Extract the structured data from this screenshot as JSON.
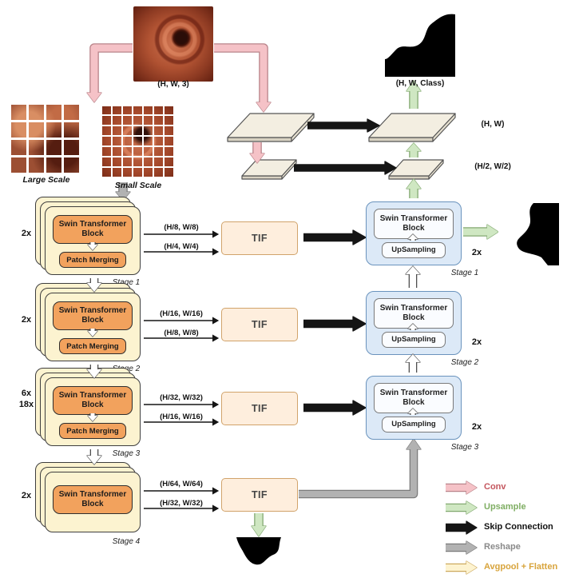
{
  "diagram": {
    "input_label": "(H, W, 3)",
    "output_label": "(H, W, Class)",
    "scale_labels": {
      "large": "Large Scale",
      "small": "Small Scale"
    },
    "resolution_labels": {
      "full": "(H, W)",
      "half": "(H/2, W/2)"
    },
    "fusion_label": "TIF",
    "encoder_stages": [
      {
        "multipliers": [
          "2x"
        ],
        "block": "Swin Transformer Block",
        "merging": "Patch Merging",
        "upper_out": "(H/8, W/8)",
        "lower_out": "(H/4, W/4)",
        "name": "Stage 1"
      },
      {
        "multipliers": [
          "2x"
        ],
        "block": "Swin Transformer Block",
        "merging": "Patch Merging",
        "upper_out": "(H/16, W/16)",
        "lower_out": "(H/8, W/8)",
        "name": "Stage 2"
      },
      {
        "multipliers": [
          "6x",
          "18x"
        ],
        "block": "Swin Transformer Block",
        "merging": "Patch Merging",
        "upper_out": "(H/32, W/32)",
        "lower_out": "(H/16, W/16)",
        "name": "Stage 3"
      },
      {
        "multipliers": [
          "2x"
        ],
        "block": "Swin Transformer Block",
        "upper_out": "(H/64, W/64)",
        "lower_out": "(H/32, W/32)",
        "name": "Stage 4"
      }
    ],
    "decoder_stages": [
      {
        "block": "Swin Transformer Block",
        "upsampling": "UpSampling",
        "multiplier": "2x",
        "name": "Stage 1"
      },
      {
        "block": "Swin Transformer Block",
        "upsampling": "UpSampling",
        "multiplier": "2x",
        "name": "Stage 2"
      },
      {
        "block": "Swin Transformer Block",
        "upsampling": "UpSampling",
        "multiplier": "2x",
        "name": "Stage 3"
      }
    ]
  },
  "legend": {
    "items": [
      {
        "label": "Conv",
        "color": "#f5c2c7",
        "border": "#b9848a",
        "text_color": "#c4565e"
      },
      {
        "label": "Upsample",
        "color": "#cfe7c2",
        "border": "#83a971",
        "text_color": "#7fae63"
      },
      {
        "label": "Skip Connection",
        "color": "#151515",
        "border": "#151515",
        "text_color": "#111111"
      },
      {
        "label": "Reshape",
        "color": "#b2b2b2",
        "border": "#7b7b7b",
        "text_color": "#8a8a8a"
      },
      {
        "label": "Avgpool + Flatten",
        "color": "#fdf3d0",
        "border": "#cda95e",
        "text_color": "#d8a43c"
      }
    ]
  }
}
